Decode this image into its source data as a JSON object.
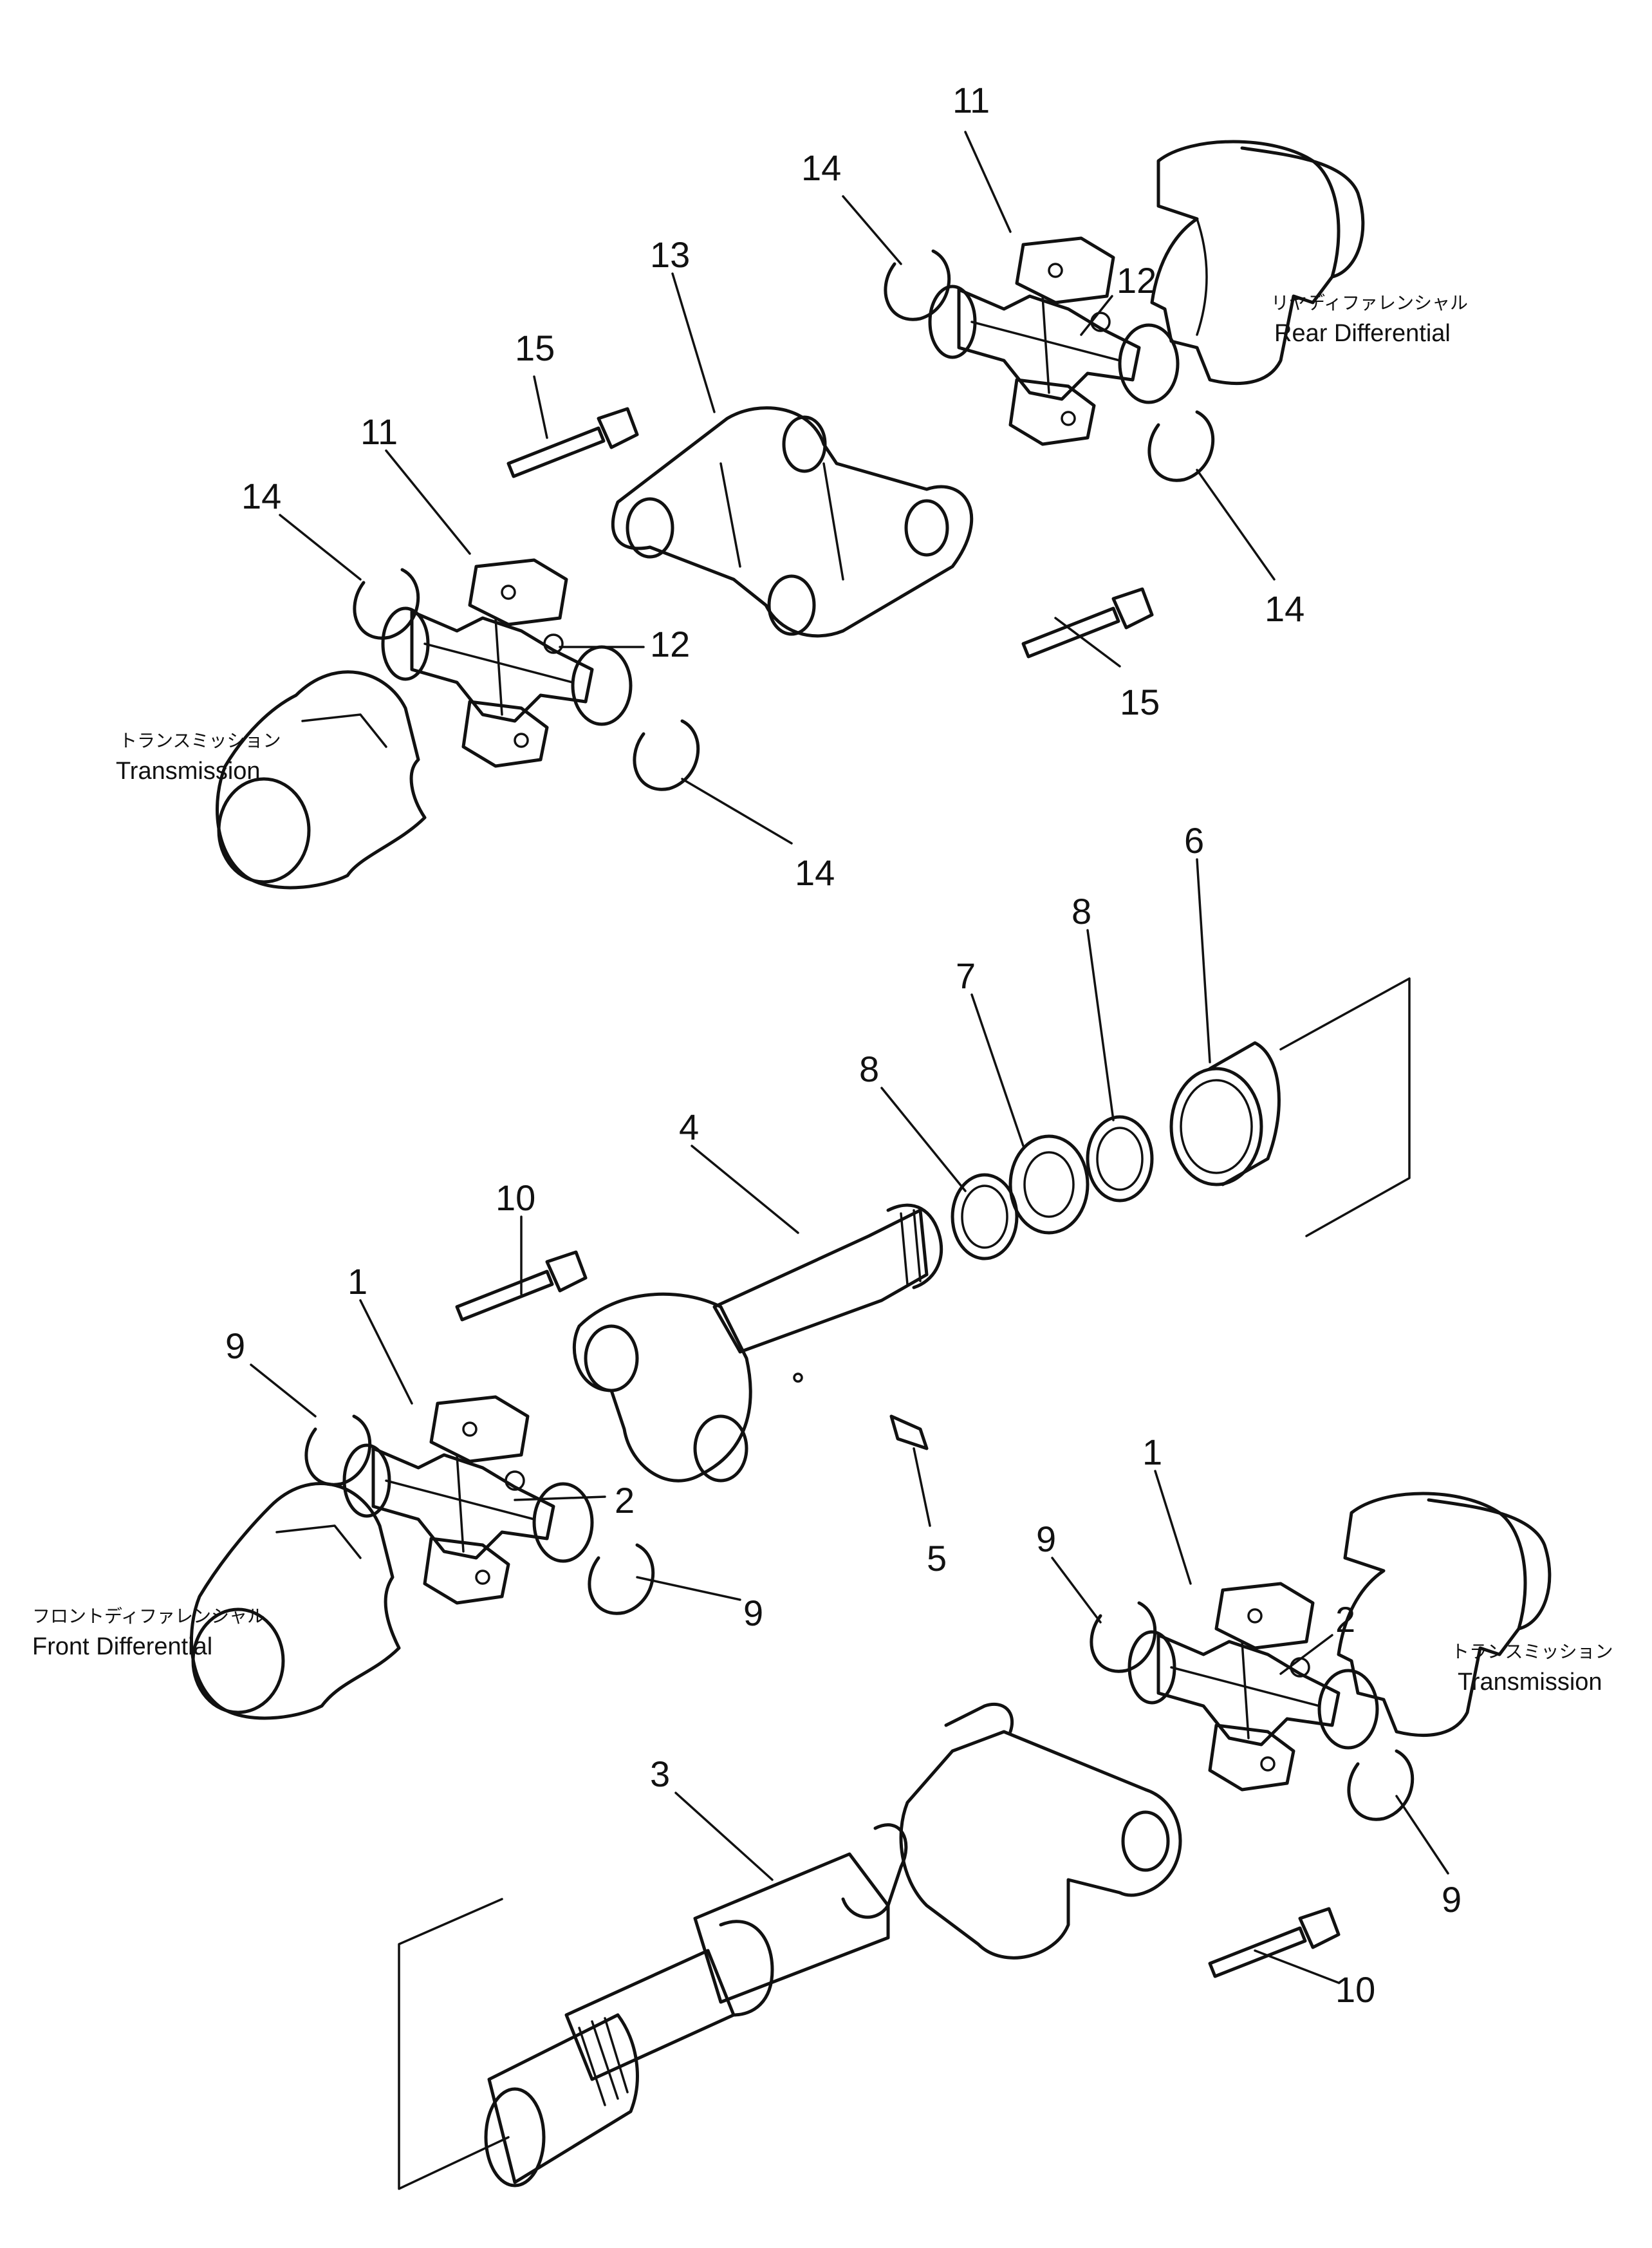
{
  "callouts": {
    "c11a": "11",
    "c14a": "14",
    "c12a": "12",
    "c13": "13",
    "c15a": "15",
    "c11b": "11",
    "c14b": "14",
    "c12b": "12",
    "c14c": "14",
    "c14d": "14",
    "c15b": "15",
    "c6": "6",
    "c8a": "8",
    "c7": "7",
    "c8b": "8",
    "c4": "4",
    "c10a": "10",
    "c1a": "1",
    "c9a": "9",
    "c2a": "2",
    "c9b": "9",
    "c5": "5",
    "c1b": "1",
    "c9c": "9",
    "c2b": "2",
    "c3": "3",
    "c9d": "9",
    "c10b": "10"
  },
  "labels": {
    "rear_diff_jp": "リヤディファレンシャル",
    "rear_diff_en": "Rear Differential",
    "trans_top_jp": "トランスミッション",
    "trans_top_en": "Transmission",
    "front_diff_jp": "フロントディファレンシャル",
    "front_diff_en": "Front Differential",
    "trans_bottom_jp": "トランスミッション",
    "trans_bottom_en": "Transmission"
  }
}
